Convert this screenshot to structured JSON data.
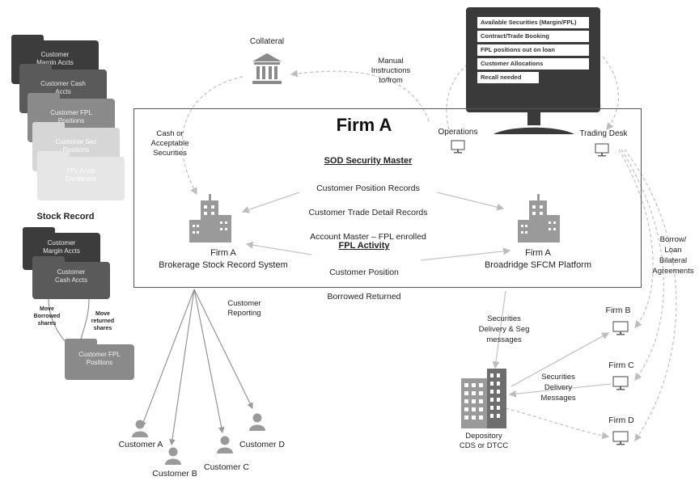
{
  "folders_top": [
    "Customer\nMargin Accts",
    "Customer Cash\nAccts",
    "Customer FPL\nPositions",
    "Customer Sec\nPositions",
    "FPL Accts\nEnrollment"
  ],
  "stock_record": {
    "title": "Stock Record",
    "folders": [
      "Customer\nMargin Accts",
      "Customer\nCash Accts"
    ],
    "move_borrowed": "Move\nBorrowed\nshares",
    "move_returned": "Move\nreturned\nshares",
    "fpl_folder": "Customer FPL\nPositions"
  },
  "collateral": "Collateral",
  "manual_instructions": "Manual\nInstructions\nto/from",
  "cash_or_securities": "Cash or\nAcceptable\nSecurities",
  "monitor_rows": [
    "Available Securities (Margin/FPL)",
    "Contract/Trade Booking",
    "FPL positions out on loan",
    "Customer Allocations",
    "Recall needed"
  ],
  "firm_box": {
    "title": "Firm A",
    "operations": "Operations",
    "trading_desk": "Trading Desk",
    "sod_title": "SOD Security Master",
    "sod_lines": [
      "Customer Position Records",
      "Customer Trade Detail Records",
      "Account Master – FPL enrolled"
    ],
    "left_label": "Firm A\nBrokerage Stock Record System",
    "right_label": "Firm A\nBroadridge SFCM Platform",
    "fpl_title": "FPL Activity",
    "fpl_lines": [
      "Customer Position",
      "Borrowed Returned"
    ]
  },
  "customer_reporting": "Customer\nReporting",
  "customers": [
    "Customer A",
    "Customer B",
    "Customer C",
    "Customer D"
  ],
  "securities_delivery_seg": "Securities\nDelivery & Seg\nmessages",
  "securities_delivery_messages": "Securities\nDelivery\nMessages",
  "depository": "Depository\nCDS or DTCC",
  "borrow_loan": "Borrow/\nLoan\nBilateral\nAgreements",
  "firms": [
    "Firm B",
    "Firm C",
    "Firm D"
  ]
}
